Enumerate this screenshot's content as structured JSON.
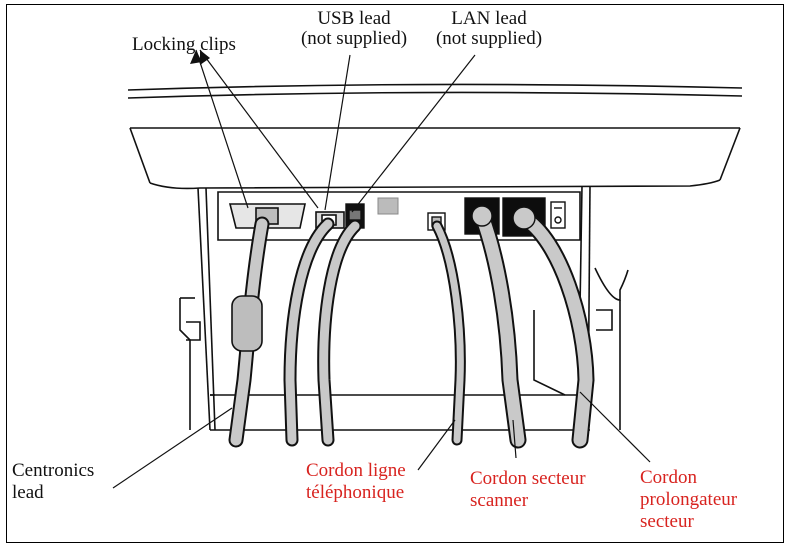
{
  "labels": {
    "locking_clips": "Locking clips",
    "usb_lead_line1": "USB lead",
    "usb_lead_line2": "(not supplied)",
    "lan_lead_line1": "LAN lead",
    "lan_lead_line2": "(not supplied)",
    "centronics_line1": "Centronics",
    "centronics_line2": "lead",
    "cordon_ligne_line1": "Cordon ligne",
    "cordon_ligne_line2": "téléphonique",
    "cordon_scanner_line1": "Cordon secteur",
    "cordon_scanner_line2": "scanner",
    "cordon_prolong_line1": "Cordon",
    "cordon_prolong_line2": "prolongateur",
    "cordon_prolong_line3": "secteur"
  },
  "colors": {
    "label_black": "#111111",
    "label_red": "#d8231f",
    "cable_fill": "#c9c9c9",
    "socket_black": "#0d0d0d"
  }
}
